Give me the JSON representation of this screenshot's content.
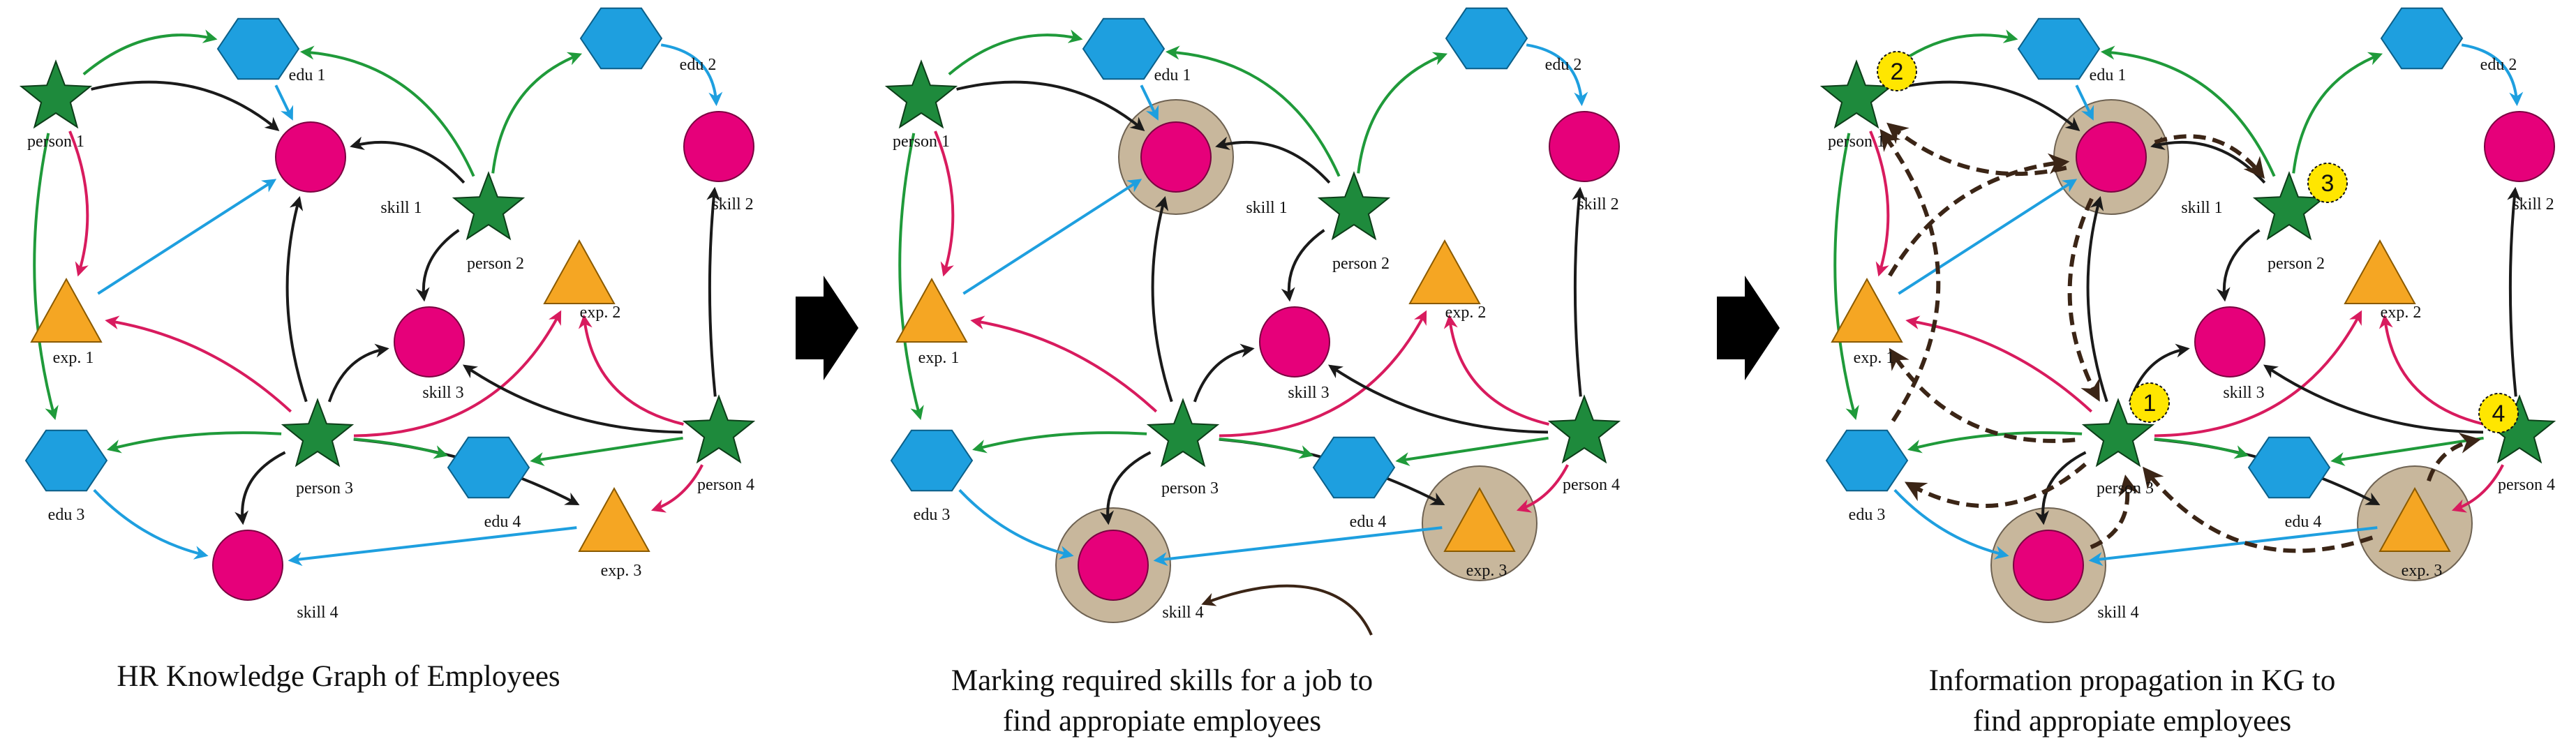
{
  "captions": {
    "panel1": "HR Knowledge Graph of Employees",
    "panel2_line1": "Marking required skills for a job to",
    "panel2_line2": "find appropiate employees",
    "panel3_line1": "Information propagation in KG to",
    "panel3_line2": "find appropiate employees"
  },
  "nodes": {
    "p1": {
      "label": "person 1",
      "kind": "person"
    },
    "p2": {
      "label": "person 2",
      "kind": "person"
    },
    "p3": {
      "label": "person 3",
      "kind": "person"
    },
    "p4": {
      "label": "person 4",
      "kind": "person"
    },
    "e1": {
      "label": "edu 1",
      "kind": "edu"
    },
    "e2": {
      "label": "edu 2",
      "kind": "edu"
    },
    "e3": {
      "label": "edu 3",
      "kind": "edu"
    },
    "e4": {
      "label": "edu 4",
      "kind": "edu"
    },
    "s1": {
      "label": "skill 1",
      "kind": "skill"
    },
    "s2": {
      "label": "skill 2",
      "kind": "skill"
    },
    "s3": {
      "label": "skill 3",
      "kind": "skill"
    },
    "s4": {
      "label": "skill 4",
      "kind": "skill"
    },
    "x1": {
      "label": "exp. 1",
      "kind": "exp"
    },
    "x2": {
      "label": "exp. 2",
      "kind": "exp"
    },
    "x3": {
      "label": "exp. 3",
      "kind": "exp"
    }
  },
  "edges": [
    {
      "from": "p1",
      "to": "e1",
      "type": "education"
    },
    {
      "from": "p1",
      "to": "e3",
      "type": "education"
    },
    {
      "from": "p1",
      "to": "x1",
      "type": "experience"
    },
    {
      "from": "p1",
      "to": "s1",
      "type": "skill"
    },
    {
      "from": "e1",
      "to": "s1",
      "type": "edu-skill"
    },
    {
      "from": "x1",
      "to": "s1",
      "type": "edu-skill"
    },
    {
      "from": "p2",
      "to": "e1",
      "type": "education"
    },
    {
      "from": "p2",
      "to": "e2",
      "type": "education"
    },
    {
      "from": "p2",
      "to": "s1",
      "type": "skill"
    },
    {
      "from": "p2",
      "to": "s3",
      "type": "skill"
    },
    {
      "from": "e2",
      "to": "s2",
      "type": "edu-skill"
    },
    {
      "from": "p3",
      "to": "s1",
      "type": "skill"
    },
    {
      "from": "p3",
      "to": "s3",
      "type": "skill"
    },
    {
      "from": "p3",
      "to": "s4",
      "type": "skill"
    },
    {
      "from": "p3",
      "to": "x1",
      "type": "experience"
    },
    {
      "from": "p3",
      "to": "x2",
      "type": "experience"
    },
    {
      "from": "p3",
      "to": "x3",
      "type": "skill"
    },
    {
      "from": "p3",
      "to": "e3",
      "type": "education"
    },
    {
      "from": "p3",
      "to": "e4",
      "type": "education"
    },
    {
      "from": "e3",
      "to": "s4",
      "type": "edu-skill"
    },
    {
      "from": "x3",
      "to": "s4",
      "type": "edu-skill"
    },
    {
      "from": "p4",
      "to": "s2",
      "type": "skill"
    },
    {
      "from": "p4",
      "to": "s3",
      "type": "skill"
    },
    {
      "from": "p4",
      "to": "x2",
      "type": "experience"
    },
    {
      "from": "p4",
      "to": "x3",
      "type": "experience"
    },
    {
      "from": "p4",
      "to": "e4",
      "type": "education"
    }
  ],
  "highlighted": [
    "s1",
    "s4",
    "x3"
  ],
  "propagation": [
    {
      "from": "x3",
      "to": "p3"
    },
    {
      "from": "s4",
      "to": "p3"
    },
    {
      "from": "s1",
      "to": "p3"
    },
    {
      "from": "p3",
      "to": "x1"
    },
    {
      "from": "x1",
      "to": "s1"
    },
    {
      "from": "p3",
      "to": "e3"
    },
    {
      "from": "s1",
      "to": "p1"
    },
    {
      "from": "e3",
      "to": "p1"
    },
    {
      "from": "s1",
      "to": "p2"
    },
    {
      "from": "x3",
      "to": "p4"
    }
  ],
  "badges": [
    {
      "node": "p3",
      "text": "1"
    },
    {
      "node": "p1",
      "text": "2"
    },
    {
      "node": "p2",
      "text": "3"
    },
    {
      "node": "p4",
      "text": "4"
    }
  ],
  "colors": {
    "person": "#1e8a3c",
    "edu": "#1e9fdf",
    "skill": "#e6007a",
    "exp": "#f5a623",
    "education_edge": "#1f9a3a",
    "experience_edge": "#d81b5e",
    "skill_edge": "#1a1a1a",
    "eduskill_edge": "#1e9fdf",
    "highlight": "#c8b79c",
    "propagation": "#3b2516",
    "badge": "#ffe600",
    "arrow": "#000000"
  }
}
